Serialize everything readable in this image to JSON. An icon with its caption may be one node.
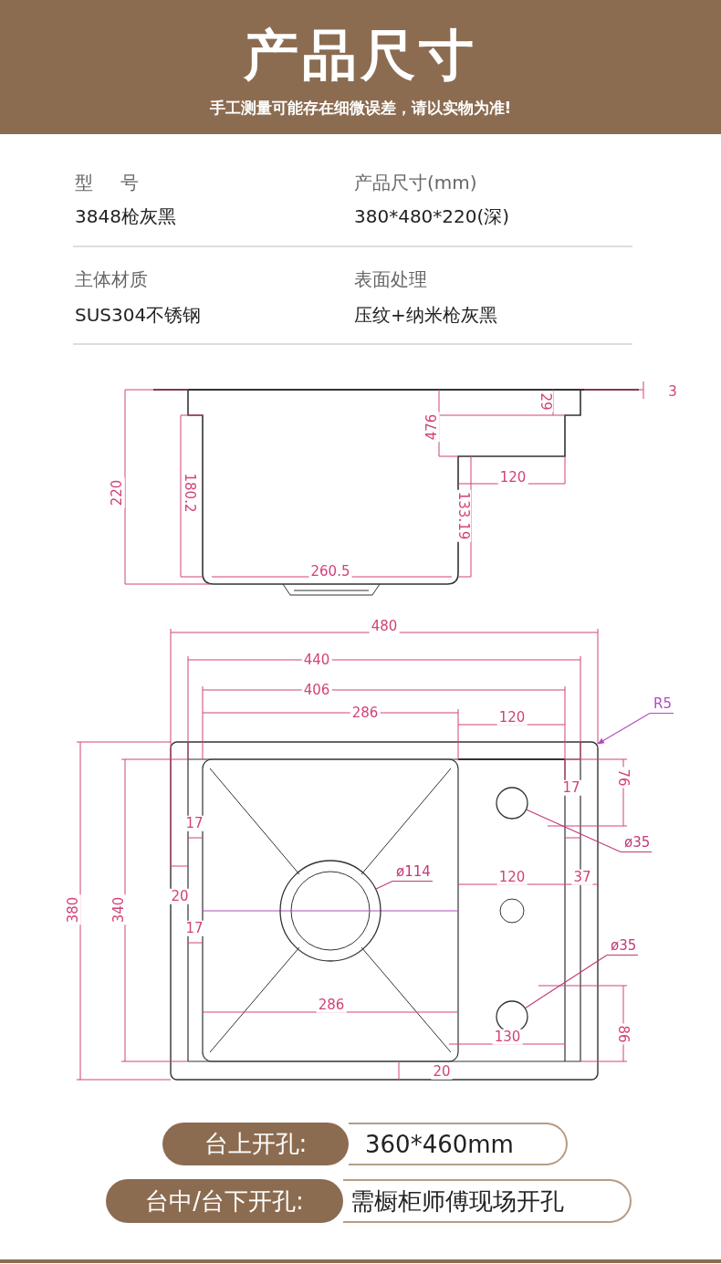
{
  "diagram": {
    "title": "产品尺寸",
    "nodes": [
      {
        "text": [
          "R5"
        ]
      },
      {
        "text": [
          "ø35"
        ]
      },
      {
        "text": [],
        "shape": "circle"
      },
      {
        "text": [
          "ø114"
        ]
      },
      {
        "text": [],
        "shape": "circle"
      },
      {
        "text": [
          "ø35"
        ]
      },
      {
        "text": [],
        "shape": "circle"
      },
      {
        "text": [
          "台上开孔:"
        ]
      },
      {
        "text": [
          "360*460mm"
        ]
      },
      {
        "text": [
          "台中/台下开孔:"
        ]
      },
      {
        "text": [
          "需橱柜师傅现场开孔"
        ]
      }
    ],
    "edges": [
      {
        "from": 0,
        "to": null,
        "arrow": "to"
      },
      {
        "from": 1,
        "to": 2,
        "arrow": "none"
      },
      {
        "from": 3,
        "to": 4,
        "arrow": "none"
      },
      {
        "from": 5,
        "to": 6,
        "arrow": "none"
      }
    ],
    "labels": [
      "手工测量可能存在细微误差，请以实物为准!",
      "型号",
      "产品尺寸(mm)",
      "3848枪灰黑",
      "380*480*220(深)",
      "主体材质",
      "表面处理",
      "SUS304不锈钢",
      "压纹+纳米枪灰黑",
      "3",
      "29",
      "476",
      "120",
      "220",
      "180.2",
      "133.19",
      "260.5",
      "480",
      "440",
      "406",
      "286",
      "120",
      "76",
      "17",
      "17",
      "120",
      "37",
      "20",
      "380",
      "340",
      "17",
      "286",
      "86",
      "130",
      "20"
    ]
  }
}
